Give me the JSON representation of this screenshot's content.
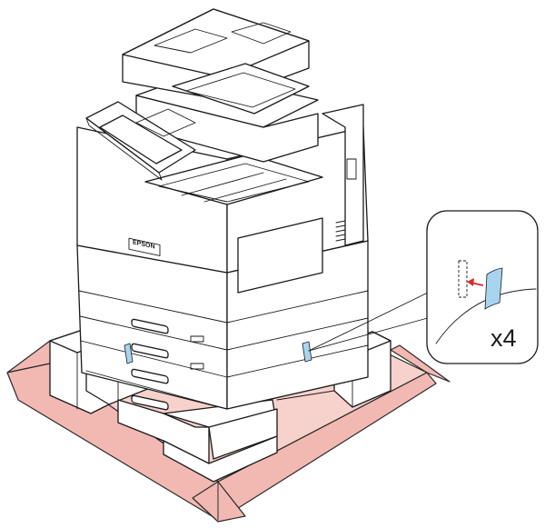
{
  "callout": {
    "quantity_text": "x4"
  },
  "printer": {
    "brand_text": "EPSON"
  },
  "colors": {
    "box_front": "#f2b9b3",
    "box_inner": "#f7d1cc",
    "tape": "#a9d4f0",
    "arrow": "#e0262b",
    "line": "#1a1a1a"
  },
  "icons": [
    "printer-illustration",
    "shipping-box",
    "packing-foam",
    "protective-tape",
    "pull-arrow"
  ]
}
